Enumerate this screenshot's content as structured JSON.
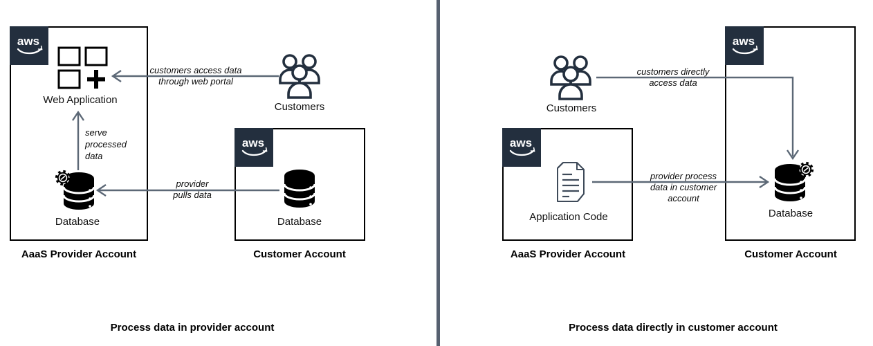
{
  "aws_logo_text": "aws",
  "colors": {
    "aws_navy": "#232F3E",
    "arrow_gray": "#5C6876",
    "divider_gray": "#566070",
    "icon_black": "#000000",
    "code_icon_slate": "#3E4A59"
  },
  "left": {
    "caption": "Process data in provider account",
    "provider_account": {
      "label": "AaaS Provider Account",
      "web_application_label": "Web Application",
      "database_label": "Database"
    },
    "customer_account": {
      "label": "Customer Account",
      "database_label": "Database"
    },
    "customers_label": "Customers",
    "arrow_customers_to_webapp": {
      "line1": "customers access data",
      "line2": "through web portal"
    },
    "arrow_db_to_webapp": {
      "line1": "serve",
      "line2": "processed",
      "line3": "data"
    },
    "arrow_customerdb_to_providerdb": {
      "line1": "provider",
      "line2": "pulls data"
    }
  },
  "right": {
    "caption": "Process data directly in customer account",
    "provider_account": {
      "label": "AaaS Provider Account",
      "application_code_label": "Application Code"
    },
    "customer_account": {
      "label": "Customer Account",
      "database_label": "Database"
    },
    "customers_label": "Customers",
    "arrow_customers_to_db": {
      "line1": "customers directly",
      "line2": "access data"
    },
    "arrow_code_to_db": {
      "line1": "provider process",
      "line2": "data in customer",
      "line3": "account"
    }
  }
}
